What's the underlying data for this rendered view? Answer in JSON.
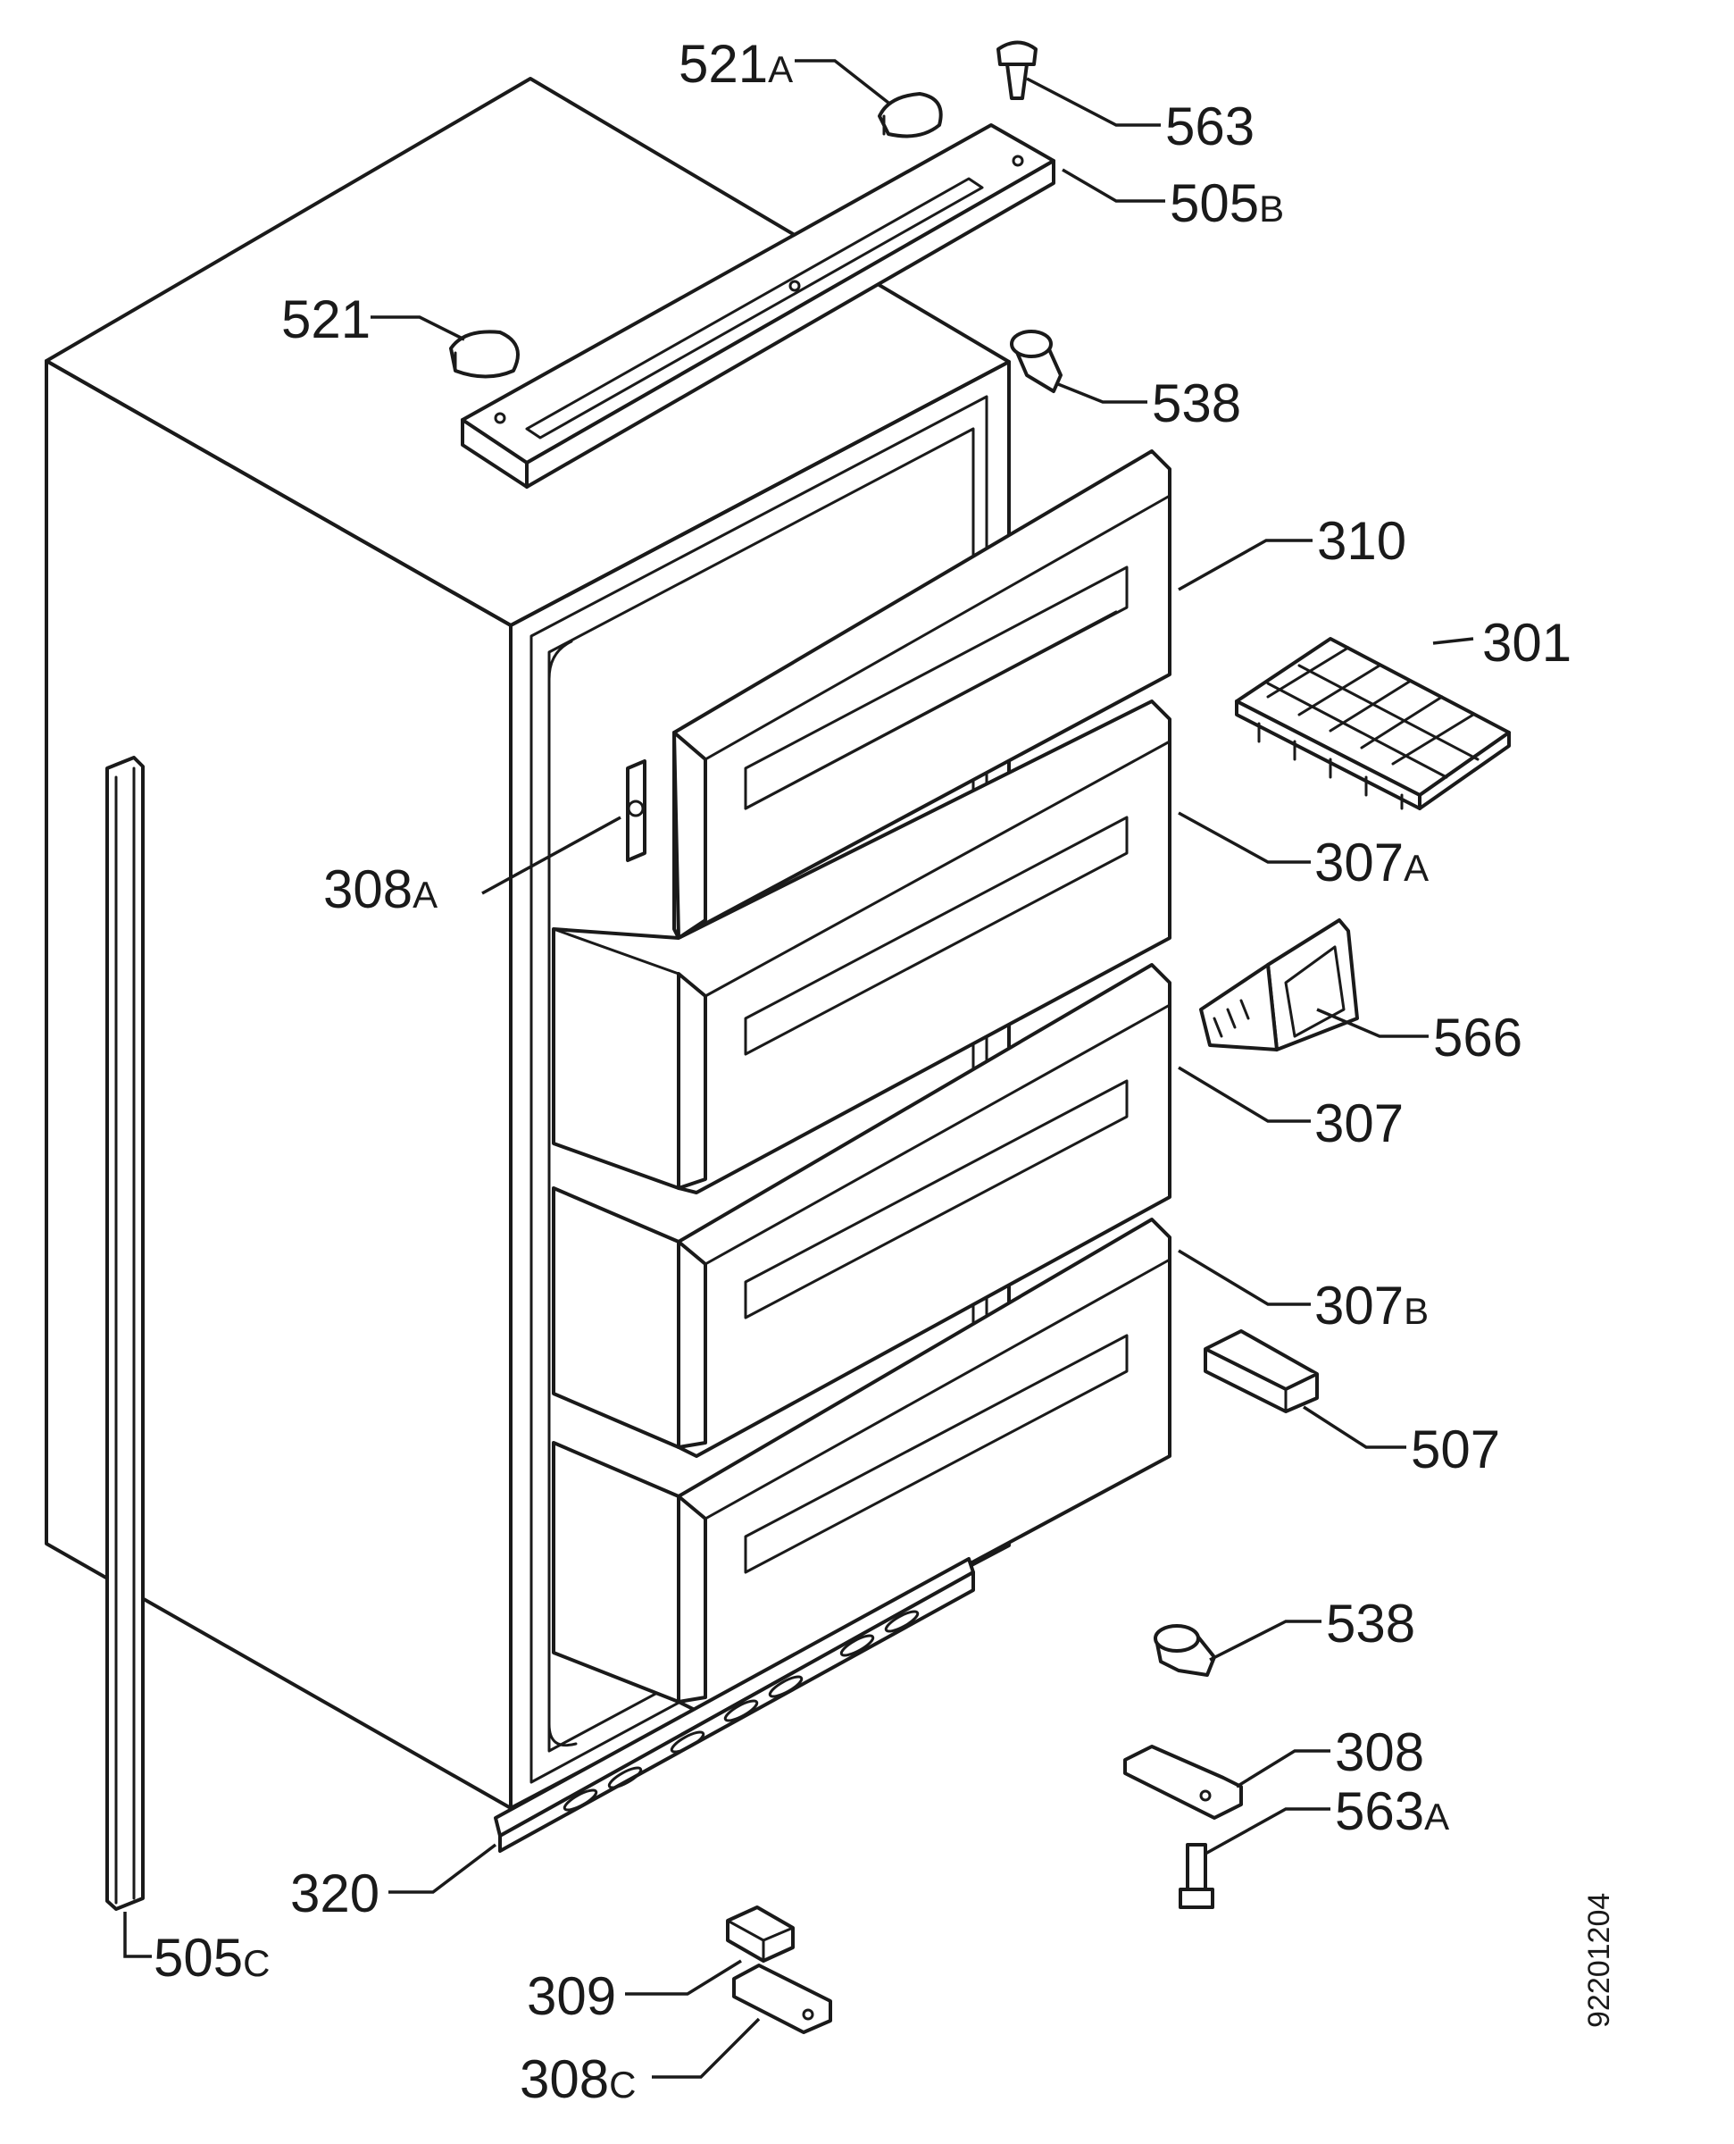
{
  "diagram": {
    "document_number": "92201204",
    "labels": {
      "l521A": {
        "num": "521",
        "suffix": "A"
      },
      "l563": {
        "num": "563",
        "suffix": ""
      },
      "l505B": {
        "num": "505",
        "suffix": "B"
      },
      "l521": {
        "num": "521",
        "suffix": ""
      },
      "l538top": {
        "num": "538",
        "suffix": ""
      },
      "l310": {
        "num": "310",
        "suffix": ""
      },
      "l301": {
        "num": "301",
        "suffix": ""
      },
      "l308A": {
        "num": "308",
        "suffix": "A"
      },
      "l307A": {
        "num": "307",
        "suffix": "A"
      },
      "l566": {
        "num": "566",
        "suffix": ""
      },
      "l307": {
        "num": "307",
        "suffix": ""
      },
      "l307B": {
        "num": "307",
        "suffix": "B"
      },
      "l507": {
        "num": "507",
        "suffix": ""
      },
      "l538bottom": {
        "num": "538",
        "suffix": ""
      },
      "l308": {
        "num": "308",
        "suffix": ""
      },
      "l563A": {
        "num": "563",
        "suffix": "A"
      },
      "l320": {
        "num": "320",
        "suffix": ""
      },
      "l505C": {
        "num": "505",
        "suffix": "C"
      },
      "l309": {
        "num": "309",
        "suffix": ""
      },
      "l308C": {
        "num": "308",
        "suffix": "C"
      }
    }
  }
}
